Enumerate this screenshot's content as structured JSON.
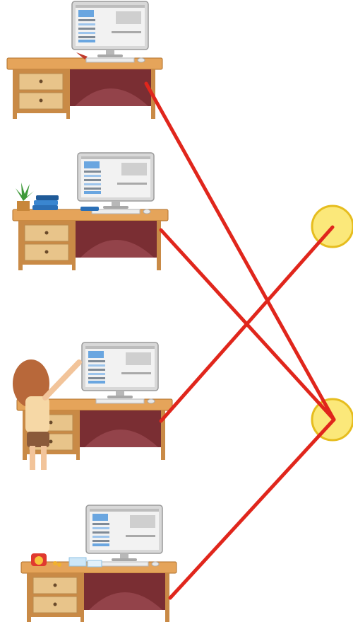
{
  "colors": {
    "line": "#e0261c",
    "node_fill": "#fbe87a",
    "node_stroke": "#e6bd1f",
    "desk_top": "#e5a45a",
    "desk_body": "#7a2e33",
    "desk_drawer": "#e8c48a",
    "monitor_frame": "#d8d8d8",
    "monitor_screen": "#f2f2f2",
    "screen_accent": "#6aa6e0"
  },
  "desks": [
    {
      "id": "desk-1",
      "extras": [
        "mouse"
      ]
    },
    {
      "id": "desk-2",
      "extras": [
        "plant",
        "books"
      ]
    },
    {
      "id": "desk-3",
      "extras": [
        "girl-at-screen"
      ]
    },
    {
      "id": "desk-4",
      "extras": [
        "alarm-clock",
        "papers"
      ]
    }
  ],
  "nodes": [
    {
      "id": "node-top"
    },
    {
      "id": "node-bottom"
    }
  ],
  "connections": [
    {
      "from": "desk-1",
      "to": "node-bottom"
    },
    {
      "from": "desk-2",
      "to": "node-bottom"
    },
    {
      "from": "desk-3",
      "to": "node-top"
    },
    {
      "from": "desk-4",
      "to": "node-bottom"
    }
  ]
}
